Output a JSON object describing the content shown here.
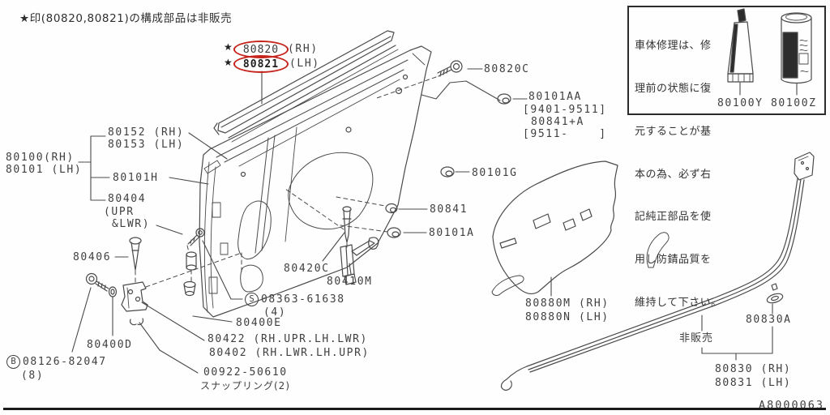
{
  "header": {
    "note": "★印(80820,80821)の構成部品は非販売"
  },
  "footer": {
    "diagram_code": "A8000063"
  },
  "colors": {
    "highlight_red": "#c5231b",
    "line": "#4a4a4a",
    "background": "#fefefe"
  },
  "info_box": {
    "text_lines": [
      "車体修理は、修",
      "理前の状態に復",
      "元することが基",
      "本の為、必ず右",
      "記純正部品を使",
      "用し防錆品質を",
      "維持して下さい。"
    ],
    "tube_part": "80100Y",
    "spray_part": "80100Z"
  },
  "highlighted_parts": {
    "rh": {
      "star": "★",
      "number": "80820",
      "side": "(RH)"
    },
    "lh": {
      "star": "★",
      "number": "80821",
      "side": "(LH)"
    }
  },
  "part_labels": {
    "p80820c": "80820C",
    "p80101aa": "80101AA",
    "p80101aa_range": "[9401-9511]",
    "p80841a": "80841+A",
    "p80841a_range": "[9511-    ]",
    "p80152": "80152 (RH)",
    "p80153": "80153 (LH)",
    "p80100": "80100(RH)",
    "p80101": "80101 (LH)",
    "p80101h": "80101H",
    "p80101g": "80101G",
    "p80404": "80404",
    "p80404_upr": "(UPR",
    "p80404_lwr": "&LWR)",
    "p80841": "80841",
    "p80101a": "80101A",
    "p80406": "80406",
    "p80420c": "80420C",
    "p80410m": "80410M",
    "s_prefix": "S",
    "p08363": "08363-61638",
    "p08363_qty": "(4)",
    "p80400e": "80400E",
    "p80880m": "80880M (RH)",
    "p80880n": "80880N (LH)",
    "not_sold": "非販売",
    "p80830a": "80830A",
    "p80400d": "80400D",
    "p80422": "80422 (RH.UPR.LH.LWR)",
    "p80402": "80402 (RH.LWR.LH.UPR)",
    "b_prefix": "B",
    "p08126": "08126-82047",
    "p08126_qty": "(8)",
    "p00922": "00922-50610",
    "p00922_note": "スナップリング(2)",
    "p80830": "80830 (RH)",
    "p80831": "80831 (LH)"
  }
}
